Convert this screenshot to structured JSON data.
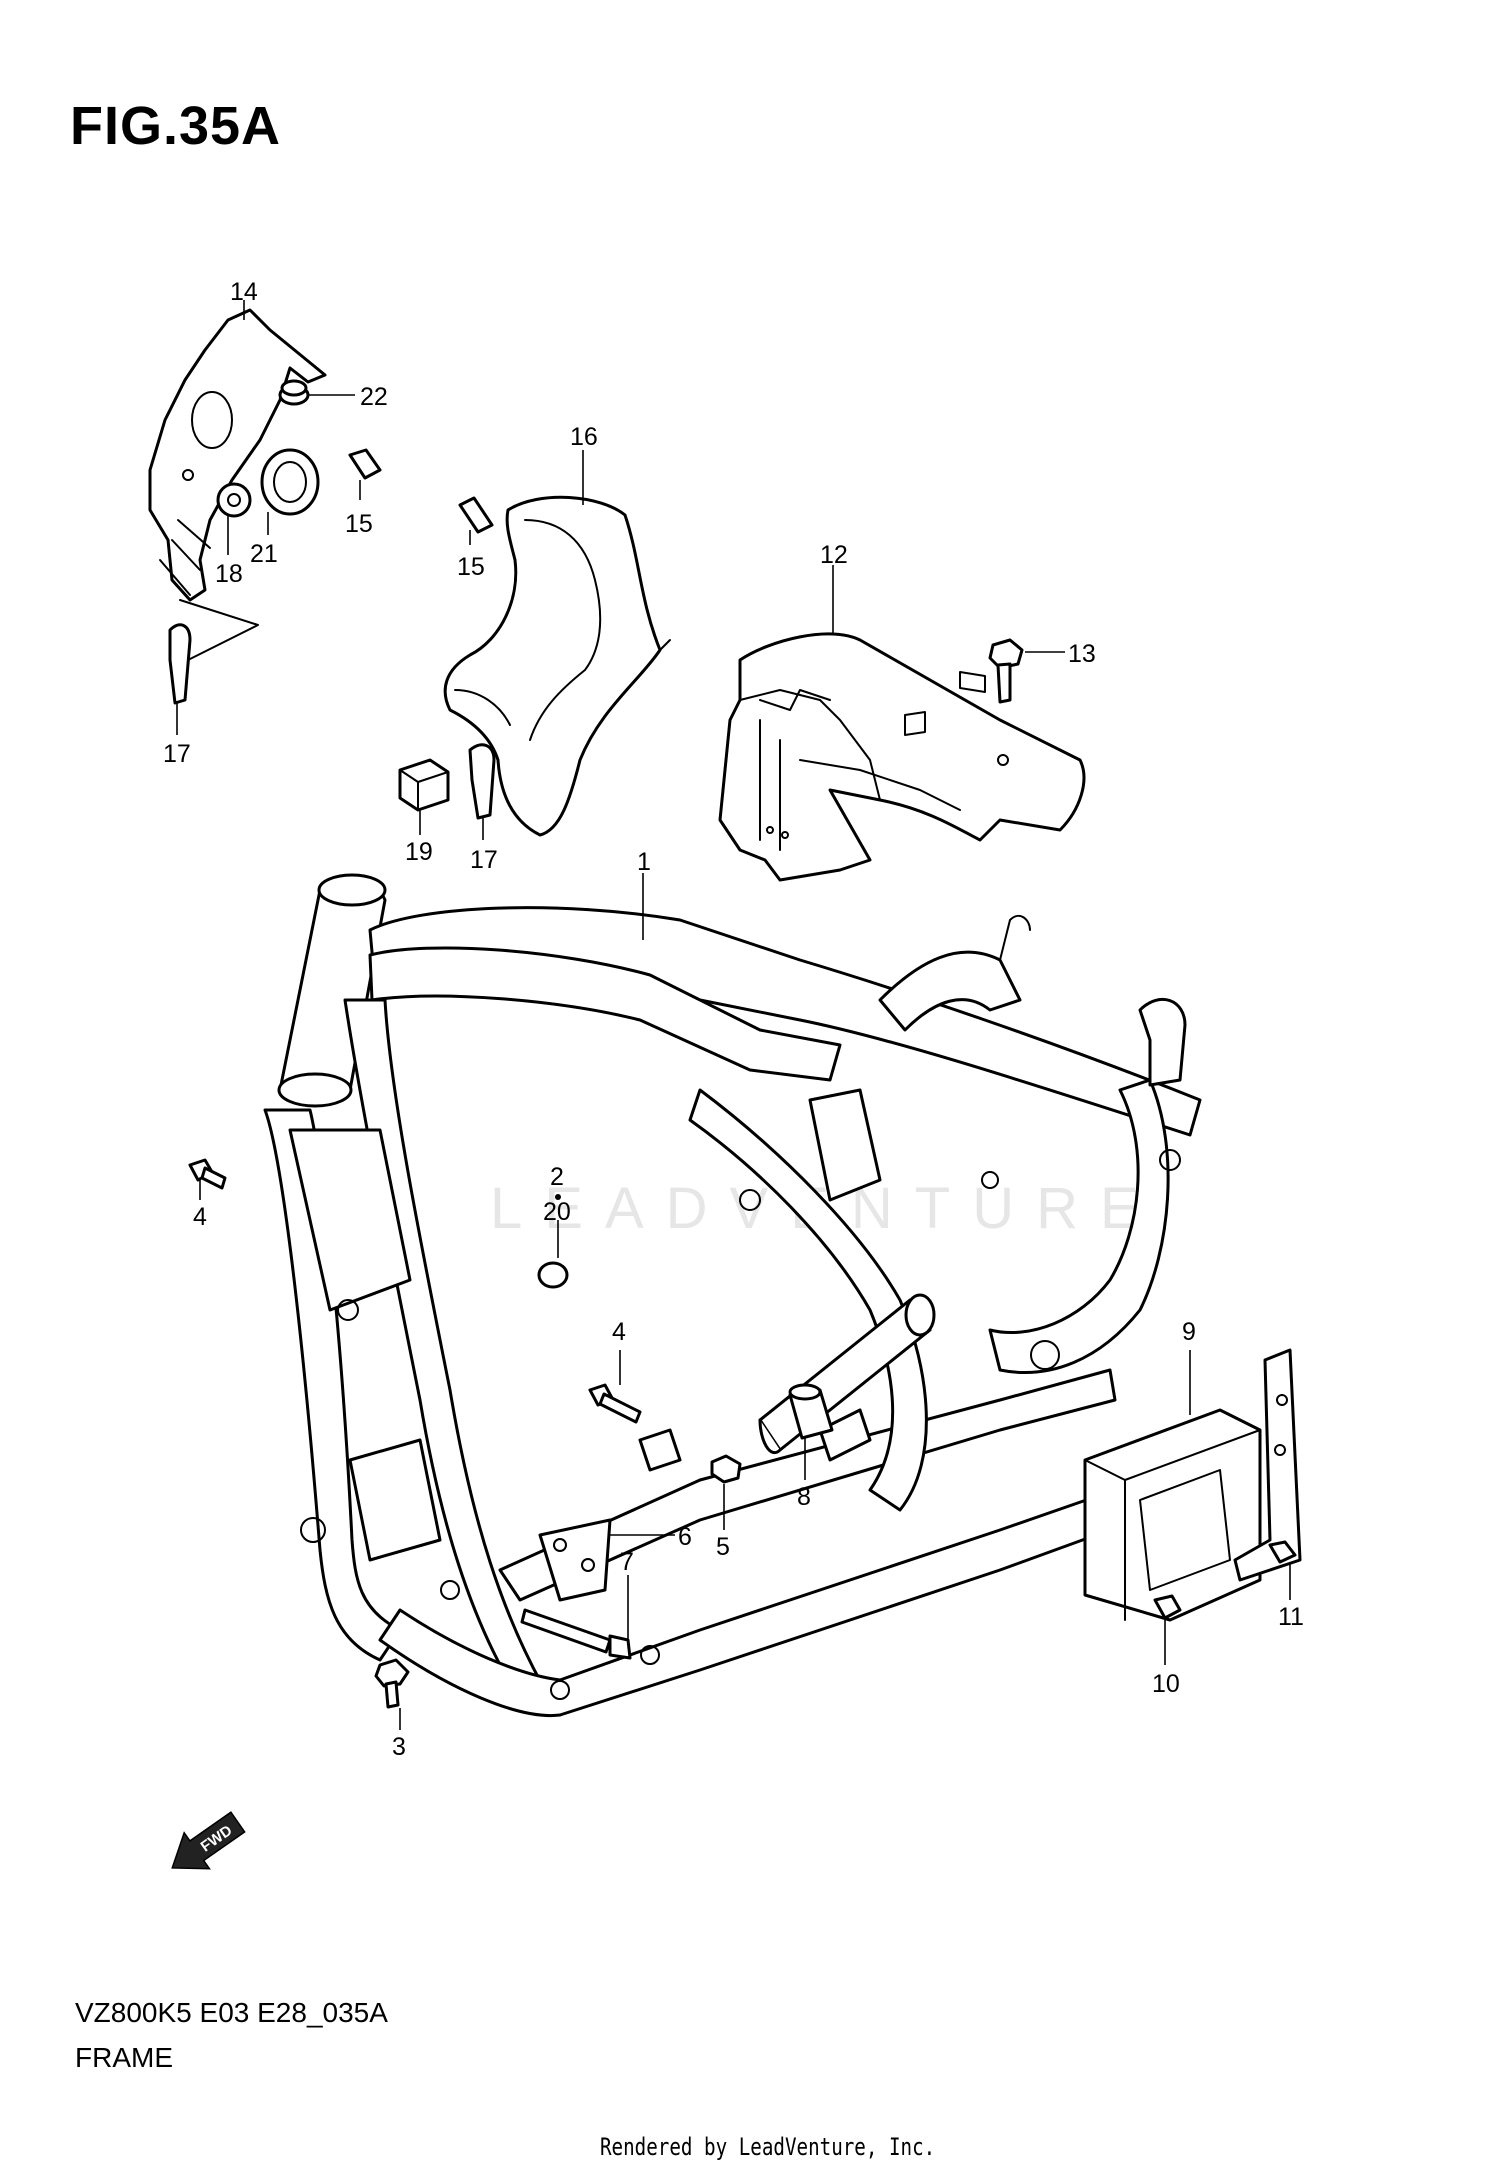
{
  "figure": {
    "title": "FIG.35A"
  },
  "watermark": "LEADVENTURE",
  "fwd_arrow": "FWD",
  "callouts": [
    {
      "id": "c1",
      "label": "1"
    },
    {
      "id": "c2",
      "label": "2"
    },
    {
      "id": "c3",
      "label": "3"
    },
    {
      "id": "c4a",
      "label": "4"
    },
    {
      "id": "c4b",
      "label": "4"
    },
    {
      "id": "c5",
      "label": "5"
    },
    {
      "id": "c6",
      "label": "6"
    },
    {
      "id": "c7",
      "label": "7"
    },
    {
      "id": "c8",
      "label": "8"
    },
    {
      "id": "c9",
      "label": "9"
    },
    {
      "id": "c10",
      "label": "10"
    },
    {
      "id": "c11",
      "label": "11"
    },
    {
      "id": "c12",
      "label": "12"
    },
    {
      "id": "c13",
      "label": "13"
    },
    {
      "id": "c14",
      "label": "14"
    },
    {
      "id": "c15a",
      "label": "15"
    },
    {
      "id": "c15b",
      "label": "15"
    },
    {
      "id": "c16",
      "label": "16"
    },
    {
      "id": "c17a",
      "label": "17"
    },
    {
      "id": "c17b",
      "label": "17"
    },
    {
      "id": "c18",
      "label": "18"
    },
    {
      "id": "c19",
      "label": "19"
    },
    {
      "id": "c20",
      "label": "20"
    },
    {
      "id": "c21",
      "label": "21"
    },
    {
      "id": "c22",
      "label": "22"
    }
  ],
  "footer": {
    "model_code": "VZ800K5 E03 E28_035A",
    "name": "FRAME",
    "credit": "Rendered by LeadVenture, Inc."
  }
}
